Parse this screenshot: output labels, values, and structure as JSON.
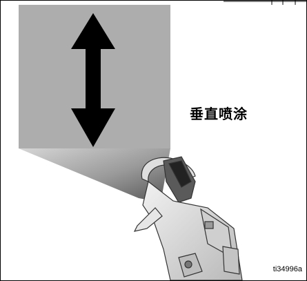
{
  "figure": {
    "caption": "垂直喷涂",
    "figure_id": "ti34996a",
    "spray_direction": "vertical",
    "arrow_icon": "double-vertical-arrow-icon",
    "colors": {
      "spray_pattern": "#adadad",
      "arrow": "#000000",
      "border": "#000000"
    }
  }
}
